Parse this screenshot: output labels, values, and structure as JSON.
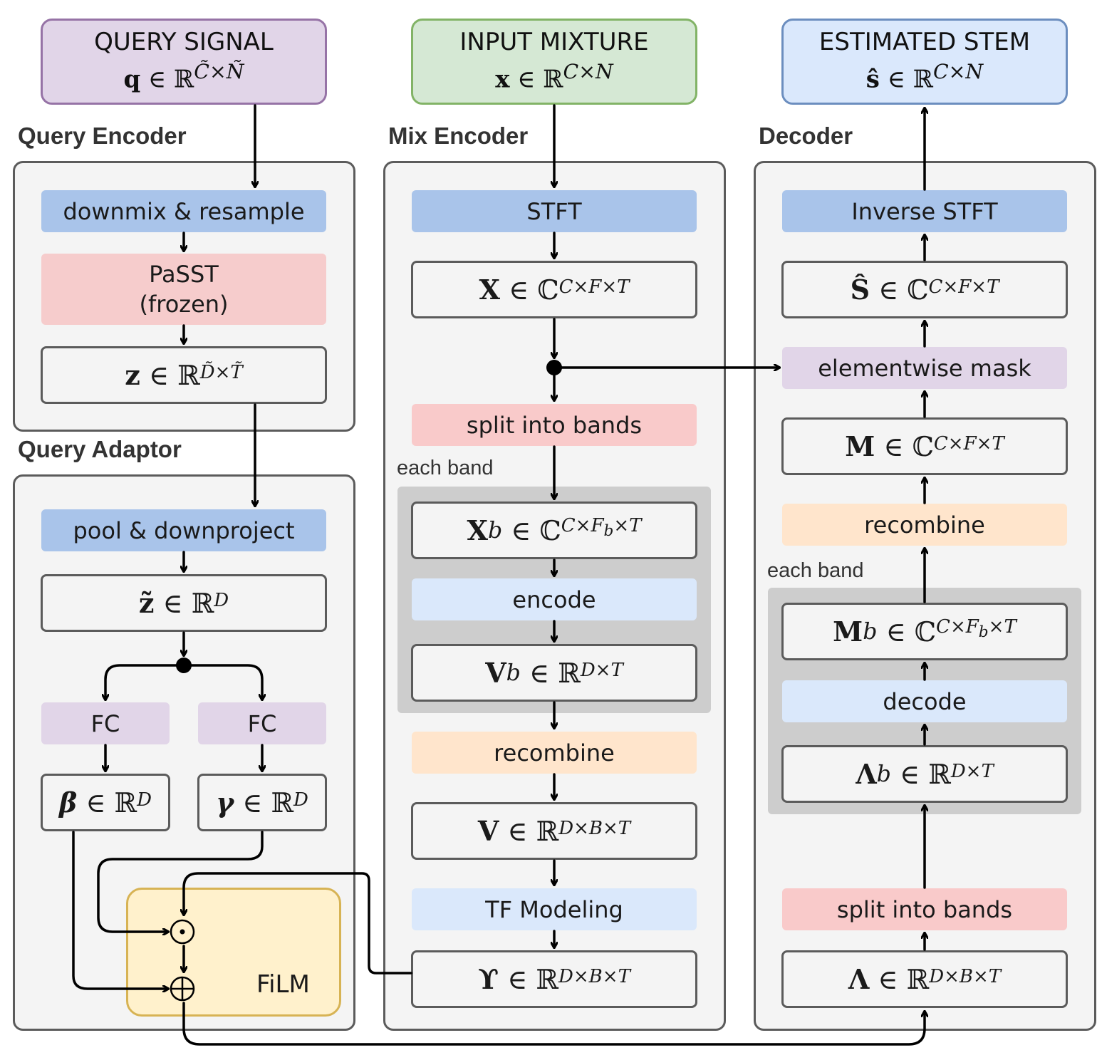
{
  "top": {
    "query_title": "QUERY SIGNAL",
    "query_math": "q ∈ ℝ^(C̃×Ñ)",
    "mix_title": "INPUT MIXTURE",
    "mix_math": "x ∈ ℝ^(C×N)",
    "stem_title": "ESTIMATED STEM",
    "stem_math": "ŝ ∈ ℝ^(C×N)"
  },
  "headings": {
    "query_encoder": "Query Encoder",
    "mix_encoder": "Mix Encoder",
    "decoder": "Decoder",
    "query_adaptor": "Query Adaptor"
  },
  "query_encoder": {
    "downmix": "downmix & resample",
    "passt_line1": "PaSST",
    "passt_line2": "(frozen)",
    "z_math": "z ∈ ℝ^(D̃×T̃)"
  },
  "query_adaptor": {
    "pool": "pool & downproject",
    "zt_math": "z̃ ∈ ℝ^D",
    "fc_left": "FC",
    "fc_right": "FC",
    "beta_math": "β ∈ ℝ^D",
    "gamma_math": "γ ∈ ℝ^D",
    "film_label": "FiLM",
    "hadamard_symbol": "⊙",
    "add_symbol": "⊕"
  },
  "mix_encoder": {
    "stft": "STFT",
    "X_math": "X ∈ ℂ^(C×F×T)",
    "split": "split into bands",
    "each_band": "each band",
    "Xb_math": "X_b ∈ ℂ^(C×F_b×T)",
    "encode": "encode",
    "Vb_math": "V_b ∈ ℝ^(D×T)",
    "recombine": "recombine",
    "V_math": "V ∈ ℝ^(D×B×T)",
    "tf": "TF Modeling",
    "Upsilon_math": "ϒ ∈ ℝ^(D×B×T)"
  },
  "decoder": {
    "istft": "Inverse STFT",
    "Shat_math": "Ŝ ∈ ℂ^(C×F×T)",
    "mask": "elementwise mask",
    "M_math": "M ∈ ℂ^(C×F×T)",
    "recombine": "recombine",
    "each_band": "each band",
    "Mb_math": "M_b ∈ ℂ^(C×F_b×T)",
    "decode": "decode",
    "Lb_math": "Λ_b ∈ ℝ^(D×T)",
    "split": "split into bands",
    "L_math": "Λ ∈ ℝ^(D×B×T)"
  },
  "colors": {
    "query_fill": "#e1d5e8",
    "query_border": "#9673a6",
    "mix_fill": "#d5e8d4",
    "mix_border": "#82b366",
    "stem_fill": "#dae8fc",
    "stem_border": "#6c8ebf",
    "film_fill": "#fff1cc",
    "film_border": "#d6b656"
  }
}
